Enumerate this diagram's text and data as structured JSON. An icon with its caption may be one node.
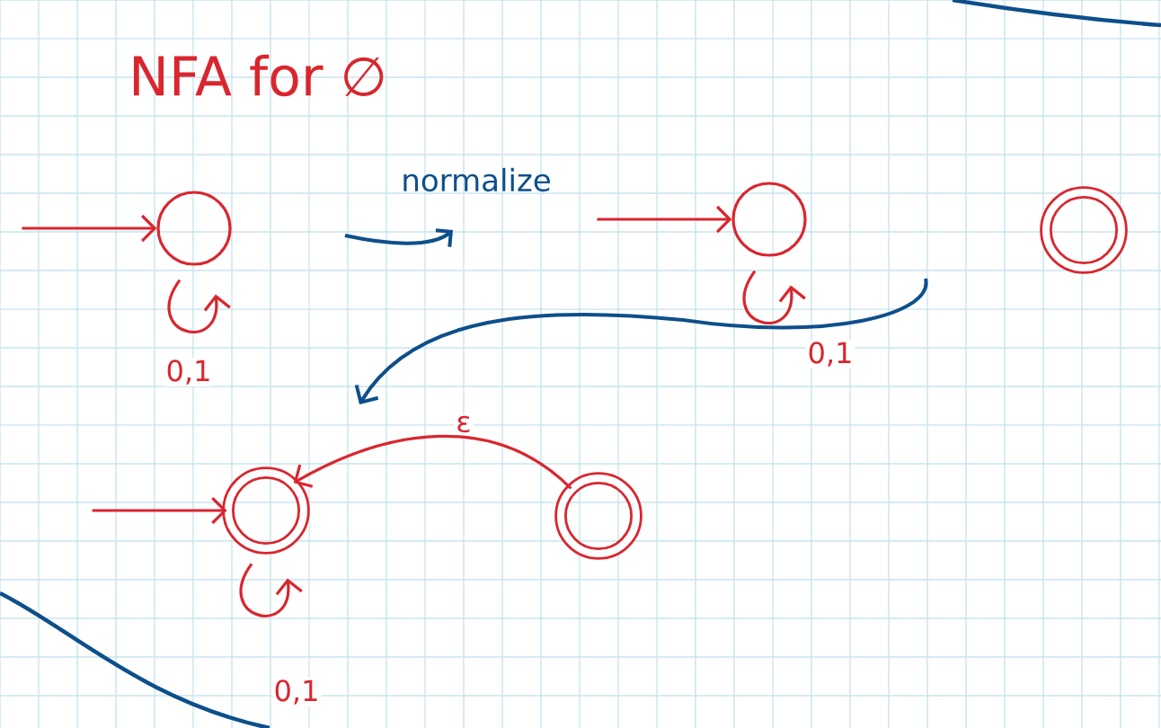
{
  "diagram": {
    "title": "NFA for ∅",
    "nodes": [
      {
        "text": [],
        "shape": "circle"
      },
      {
        "text": [],
        "shape": "circle"
      },
      {
        "text": [],
        "shape": "double-circle"
      },
      {
        "text": [],
        "shape": "double-circle"
      },
      {
        "text": [],
        "shape": "double-circle"
      }
    ],
    "edges": [
      {
        "from": null,
        "to": 0,
        "arrow": "to"
      },
      {
        "from": 0,
        "to": 0,
        "arrow": "to",
        "label": "0,1"
      },
      {
        "from": null,
        "to": 1,
        "arrow": "to"
      },
      {
        "from": 1,
        "to": 1,
        "arrow": "to",
        "label": "0,1"
      },
      {
        "from": null,
        "to": 3,
        "arrow": "to"
      },
      {
        "from": 3,
        "to": 3,
        "arrow": "to",
        "label": "0,1"
      },
      {
        "from": 4,
        "to": 3,
        "arrow": "to",
        "label": "ε"
      }
    ],
    "labels": [
      "normalize"
    ]
  }
}
